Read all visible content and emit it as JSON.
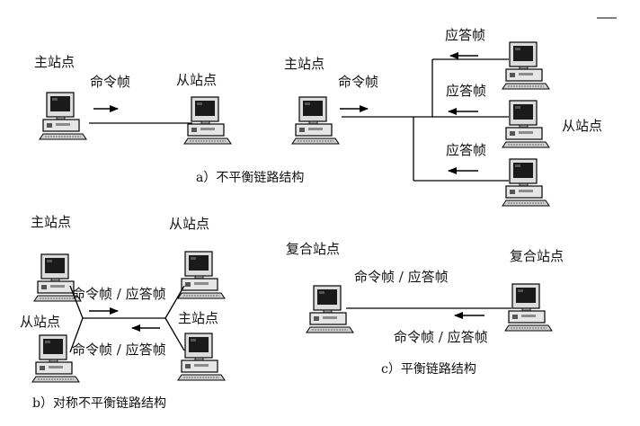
{
  "labels": {
    "primary_station": "主站点",
    "secondary_station": "从站点",
    "composite_station": "复合站点",
    "command_frame": "命令帧",
    "response_frame": "应答帧",
    "command_response_frame": "命令帧 / 应答帧"
  },
  "captions": {
    "a": "a）不平衡链路结构",
    "b": "b）对称不平衡链路结构",
    "c": "c）平衡链路结构"
  },
  "colors": {
    "line": "#000000",
    "screen": "#1a1a1a",
    "case": "#e6e6e6",
    "case_dark": "#8c8c8c"
  },
  "icon": "computer-icon"
}
